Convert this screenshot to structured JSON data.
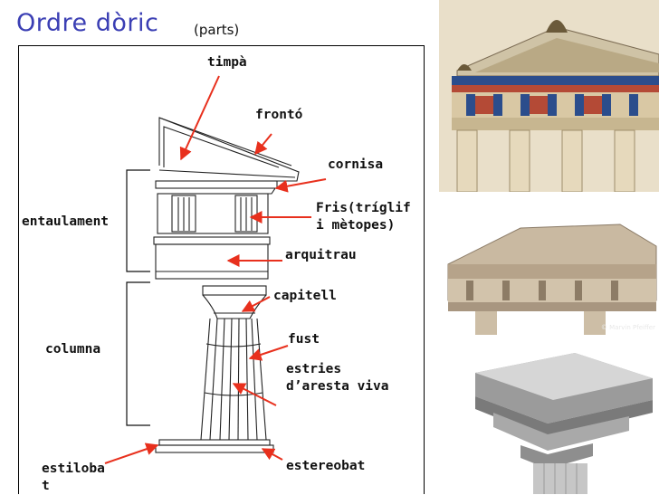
{
  "title": "Ordre dòric",
  "subtitle": "(parts)",
  "labels": {
    "timpa": "timpà",
    "fronto": "frontó",
    "cornisa": "cornisa",
    "fris_line1": "Fris(tríglif",
    "fris_line2": "i mètopes)",
    "entaulament": "entaulament",
    "arquitrau": "arquitrau",
    "capitell": "capitell",
    "fust": "fust",
    "columna": "columna",
    "estries_line1": "estries",
    "estries_line2": "d’aresta viva",
    "estiloba_line1": "estiloba",
    "estiloba_line2": "t",
    "estereobat": "estereobat"
  },
  "photos": {
    "watermark": "© Marvin Pfeiffer"
  },
  "colors": {
    "title": "#3b3fb4",
    "arrows": "#e8301d",
    "ink": "#111111"
  }
}
